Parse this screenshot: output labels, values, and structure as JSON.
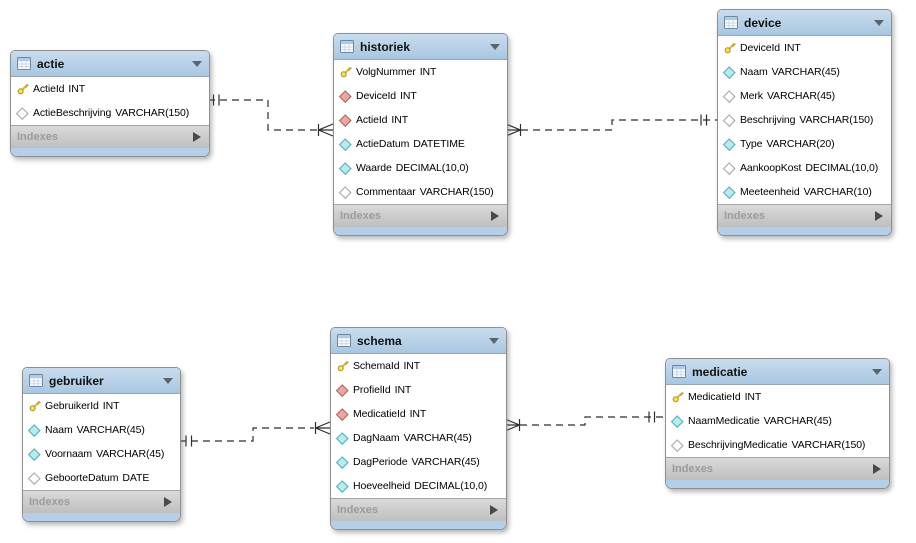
{
  "diagram": {
    "type": "eer-database-diagram",
    "colors": {
      "canvas": "#ffffff",
      "table_header": "#b7d1e8",
      "table_body": "#ffffff",
      "indexes_bar": "#cccccc",
      "indexes_text": "#9b9b9b",
      "bottom_strip": "#b4cfe7",
      "primary_key_icon": "#ffe049",
      "foreign_key_icon": "#eda7a2",
      "not_null_icon": "#b5ecf0",
      "nullable_icon": "#ffffff",
      "connector": "#2e2e2e"
    }
  },
  "tables": [
    {
      "name": "actie",
      "footer": {
        "label": "Indexes"
      },
      "columns": [
        {
          "name": "ActieId",
          "type": "INT",
          "icon": "primary-key-icon"
        },
        {
          "name": "ActieBeschrijving",
          "type": "VARCHAR(150)",
          "icon": "nullable-column-icon"
        }
      ]
    },
    {
      "name": "historiek",
      "footer": {
        "label": "Indexes"
      },
      "columns": [
        {
          "name": "VolgNummer",
          "type": "INT",
          "icon": "primary-key-icon"
        },
        {
          "name": "DeviceId",
          "type": "INT",
          "icon": "foreign-key-icon"
        },
        {
          "name": "ActieId",
          "type": "INT",
          "icon": "foreign-key-icon"
        },
        {
          "name": "ActieDatum",
          "type": "DATETIME",
          "icon": "not-null-column-icon"
        },
        {
          "name": "Waarde",
          "type": "DECIMAL(10,0)",
          "icon": "not-null-column-icon"
        },
        {
          "name": "Commentaar",
          "type": "VARCHAR(150)",
          "icon": "nullable-column-icon"
        }
      ]
    },
    {
      "name": "device",
      "footer": {
        "label": "Indexes"
      },
      "columns": [
        {
          "name": "DeviceId",
          "type": "INT",
          "icon": "primary-key-icon"
        },
        {
          "name": "Naam",
          "type": "VARCHAR(45)",
          "icon": "not-null-column-icon"
        },
        {
          "name": "Merk",
          "type": "VARCHAR(45)",
          "icon": "nullable-column-icon"
        },
        {
          "name": "Beschrijving",
          "type": "VARCHAR(150)",
          "icon": "nullable-column-icon"
        },
        {
          "name": "Type",
          "type": "VARCHAR(20)",
          "icon": "not-null-column-icon"
        },
        {
          "name": "AankoopKost",
          "type": "DECIMAL(10,0)",
          "icon": "nullable-column-icon"
        },
        {
          "name": "Meeteenheid",
          "type": "VARCHAR(10)",
          "icon": "not-null-column-icon"
        }
      ]
    },
    {
      "name": "gebruiker",
      "footer": {
        "label": "Indexes"
      },
      "columns": [
        {
          "name": "GebruikerId",
          "type": "INT",
          "icon": "primary-key-icon"
        },
        {
          "name": "Naam",
          "type": "VARCHAR(45)",
          "icon": "not-null-column-icon"
        },
        {
          "name": "Voornaam",
          "type": "VARCHAR(45)",
          "icon": "not-null-column-icon"
        },
        {
          "name": "GeboorteDatum",
          "type": "DATE",
          "icon": "nullable-column-icon"
        }
      ]
    },
    {
      "name": "schema",
      "footer": {
        "label": "Indexes"
      },
      "columns": [
        {
          "name": "SchemaId",
          "type": "INT",
          "icon": "primary-key-icon"
        },
        {
          "name": "ProfielId",
          "type": "INT",
          "icon": "foreign-key-icon"
        },
        {
          "name": "MedicatieId",
          "type": "INT",
          "icon": "foreign-key-icon"
        },
        {
          "name": "DagNaam",
          "type": "VARCHAR(45)",
          "icon": "not-null-column-icon"
        },
        {
          "name": "DagPeriode",
          "type": "VARCHAR(45)",
          "icon": "not-null-column-icon"
        },
        {
          "name": "Hoeveelheid",
          "type": "DECIMAL(10,0)",
          "icon": "not-null-column-icon"
        }
      ]
    },
    {
      "name": "medicatie",
      "footer": {
        "label": "Indexes"
      },
      "columns": [
        {
          "name": "MedicatieId",
          "type": "INT",
          "icon": "primary-key-icon"
        },
        {
          "name": "NaamMedicatie",
          "type": "VARCHAR(45)",
          "icon": "not-null-column-icon"
        },
        {
          "name": "BeschrijvingMedicatie",
          "type": "VARCHAR(150)",
          "icon": "nullable-column-icon"
        }
      ]
    }
  ],
  "relationships": [
    {
      "one_side": "actie",
      "many_side": "historiek",
      "line": "dashed",
      "one_marker": "mandatory-one",
      "many_marker": "crow-foot-many"
    },
    {
      "one_side": "device",
      "many_side": "historiek",
      "line": "dashed",
      "one_marker": "mandatory-one",
      "many_marker": "crow-foot-many"
    },
    {
      "one_side": "gebruiker",
      "many_side": "schema",
      "line": "dashed",
      "one_marker": "mandatory-one",
      "many_marker": "crow-foot-many"
    },
    {
      "one_side": "medicatie",
      "many_side": "schema",
      "line": "dashed",
      "one_marker": "mandatory-one",
      "many_marker": "crow-foot-many"
    }
  ]
}
